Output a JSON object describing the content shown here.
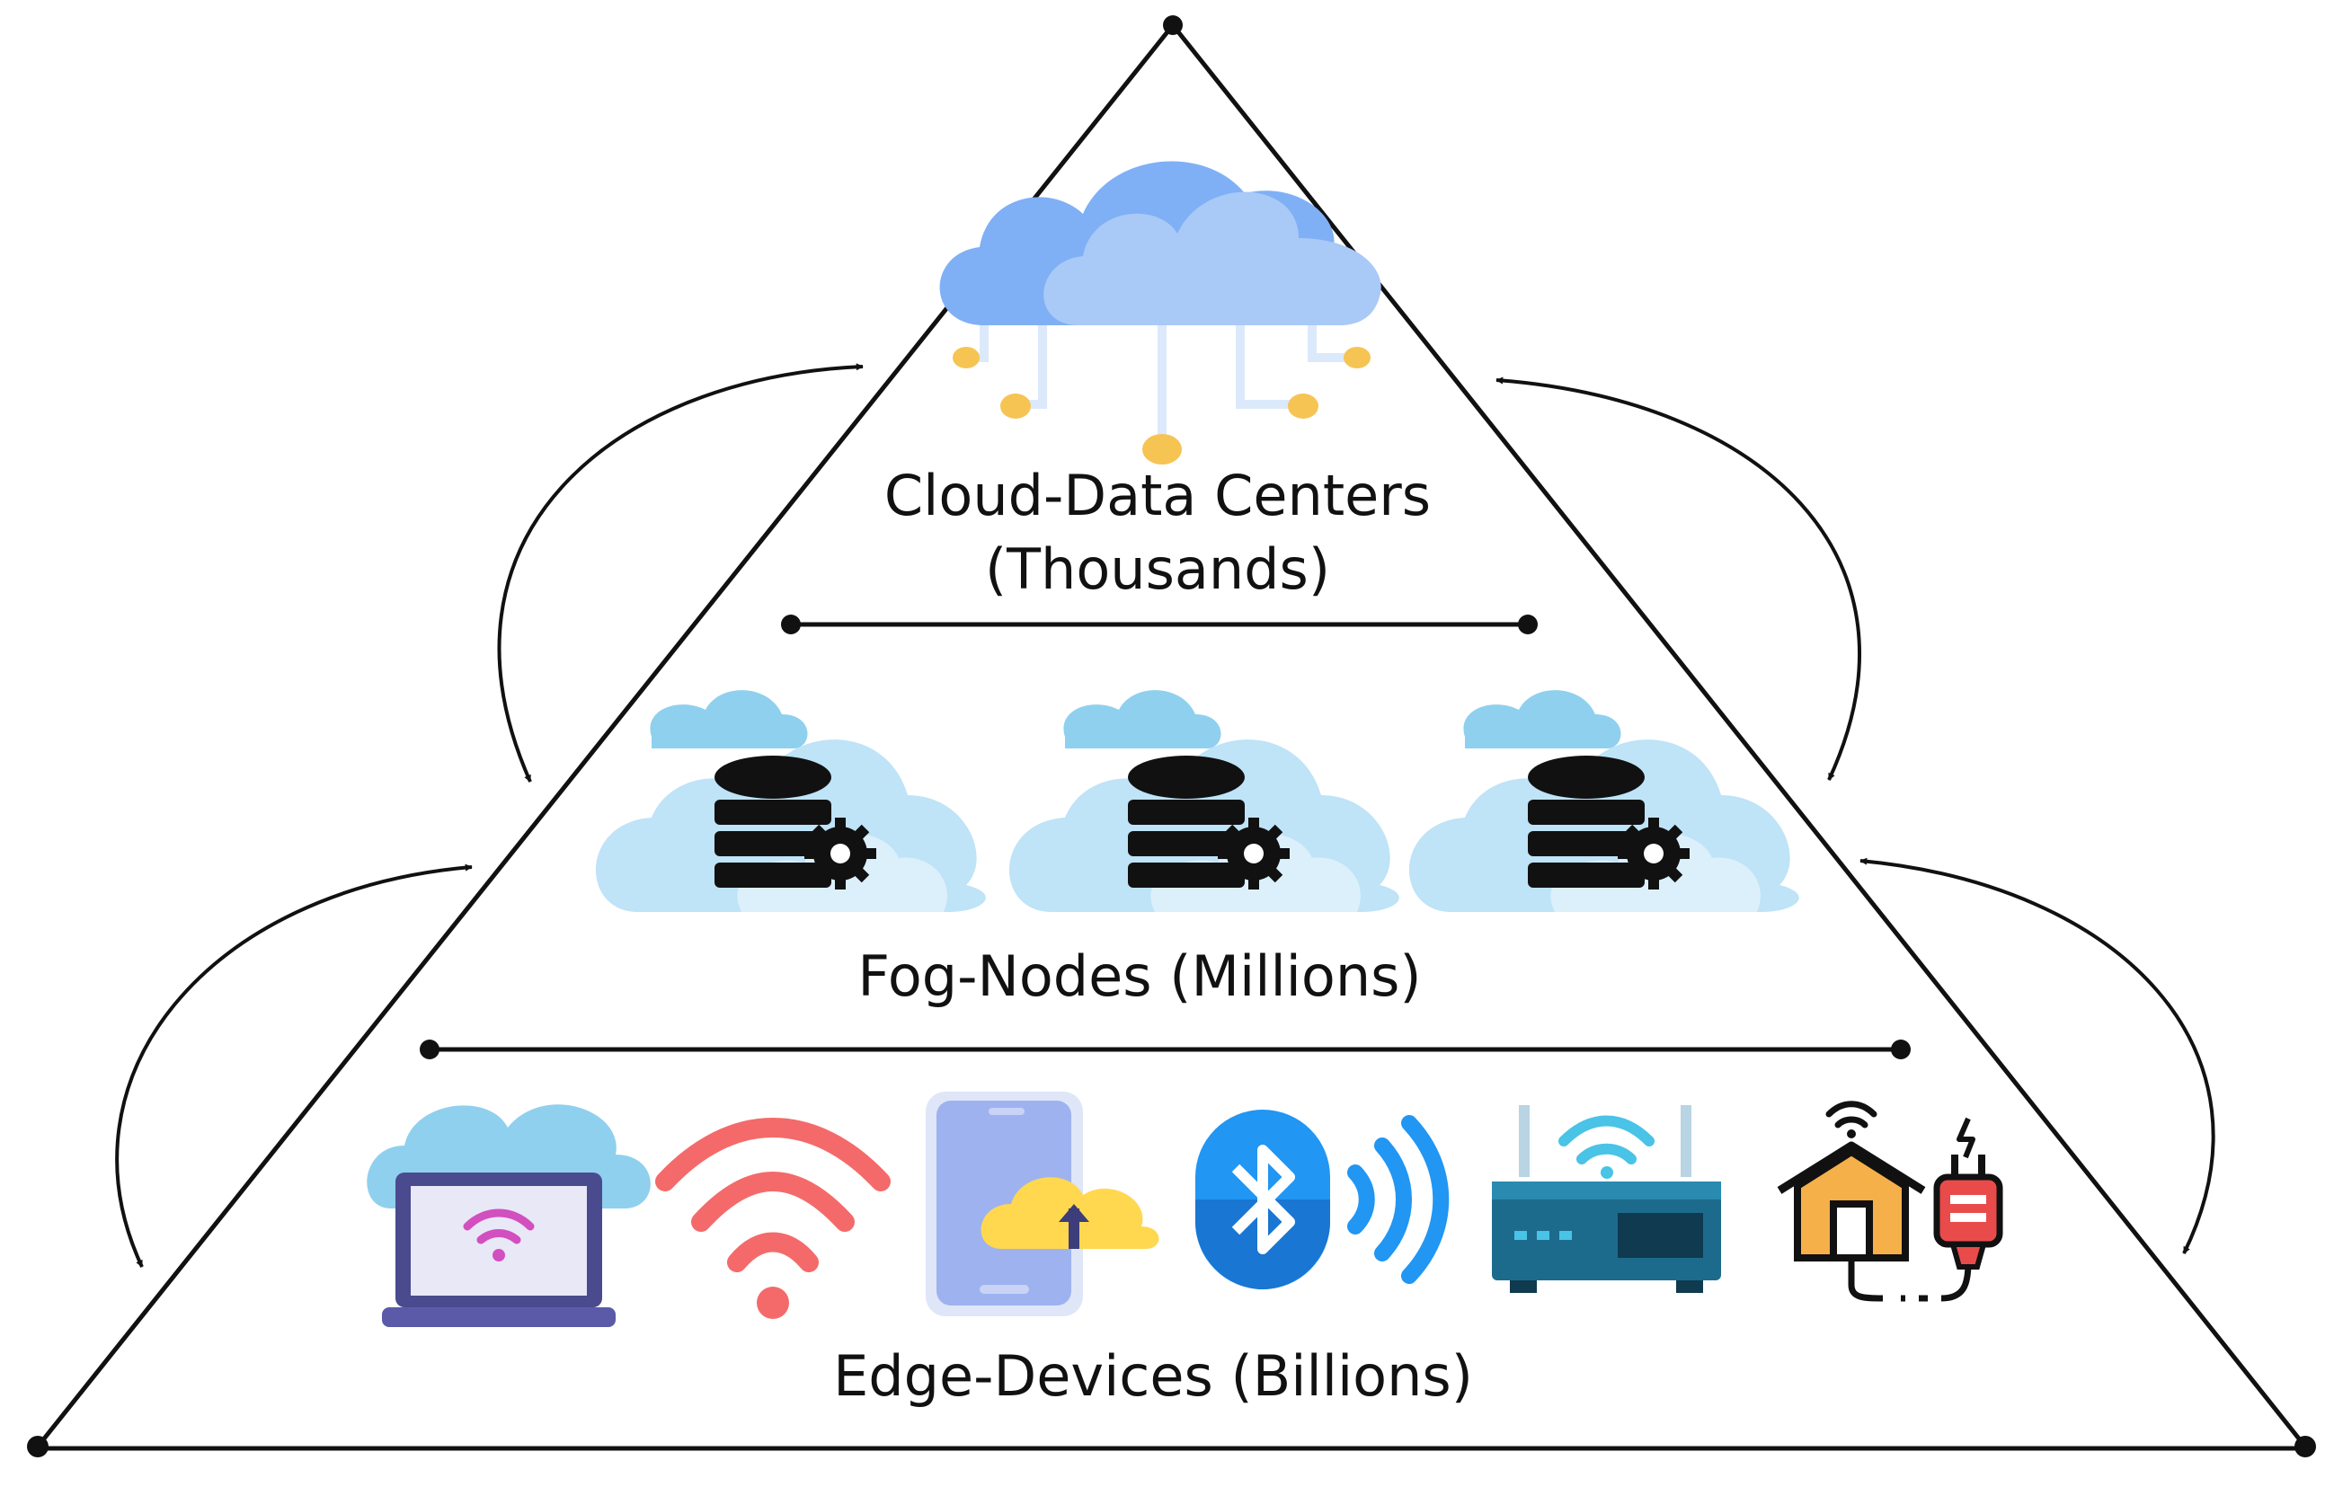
{
  "tiers": {
    "cloud": {
      "label_line1": "Cloud-Data Centers",
      "label_line2": "(Thousands)"
    },
    "fog": {
      "label": "Fog-Nodes (Millions)"
    },
    "edge": {
      "label": "Edge-Devices (Billions)"
    }
  },
  "icons": {
    "cloud_tier": [
      "cloud-network-icon"
    ],
    "fog_tier": [
      "fog-database-icon",
      "fog-database-icon",
      "fog-database-icon"
    ],
    "edge_tier": [
      "laptop-wifi-icon",
      "wifi-signal-icon",
      "smartphone-cloud-upload-icon",
      "bluetooth-icon",
      "router-icon",
      "smart-home-plug-icon"
    ]
  },
  "colors": {
    "outline": "#111111",
    "cloud_blue": "#7fb0f5",
    "cloud_light": "#a9c9f7",
    "fog_cloud": "#bfe3f7",
    "fog_cloud_dark": "#8fd0ee",
    "accent_gold": "#f6c453",
    "wifi_red": "#f46a6a",
    "bluetooth_blue": "#2196f3",
    "router_teal": "#1d6b8c",
    "house_orange": "#f6b04a",
    "plug_red": "#e94b4b"
  }
}
